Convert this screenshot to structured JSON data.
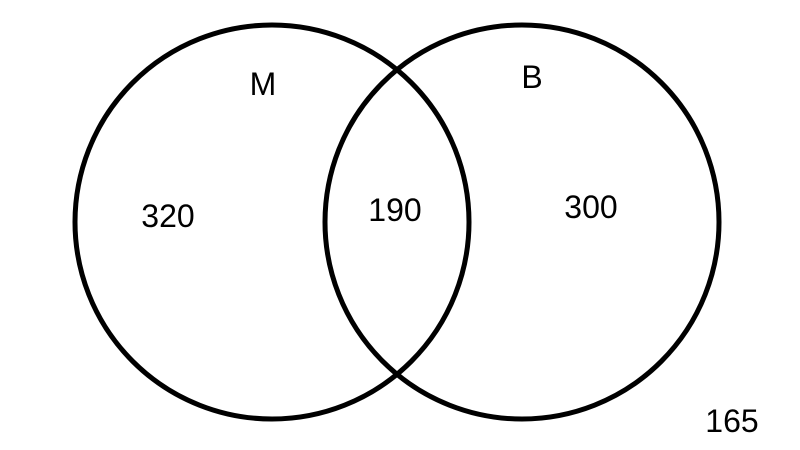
{
  "venn": {
    "set_a": {
      "name": "M",
      "only_count": "320"
    },
    "set_b": {
      "name": "B",
      "only_count": "300"
    },
    "intersection_count": "190",
    "outside_count": "165"
  },
  "colors": {
    "stroke": "#000000",
    "text": "#000000",
    "background": "#ffffff"
  }
}
